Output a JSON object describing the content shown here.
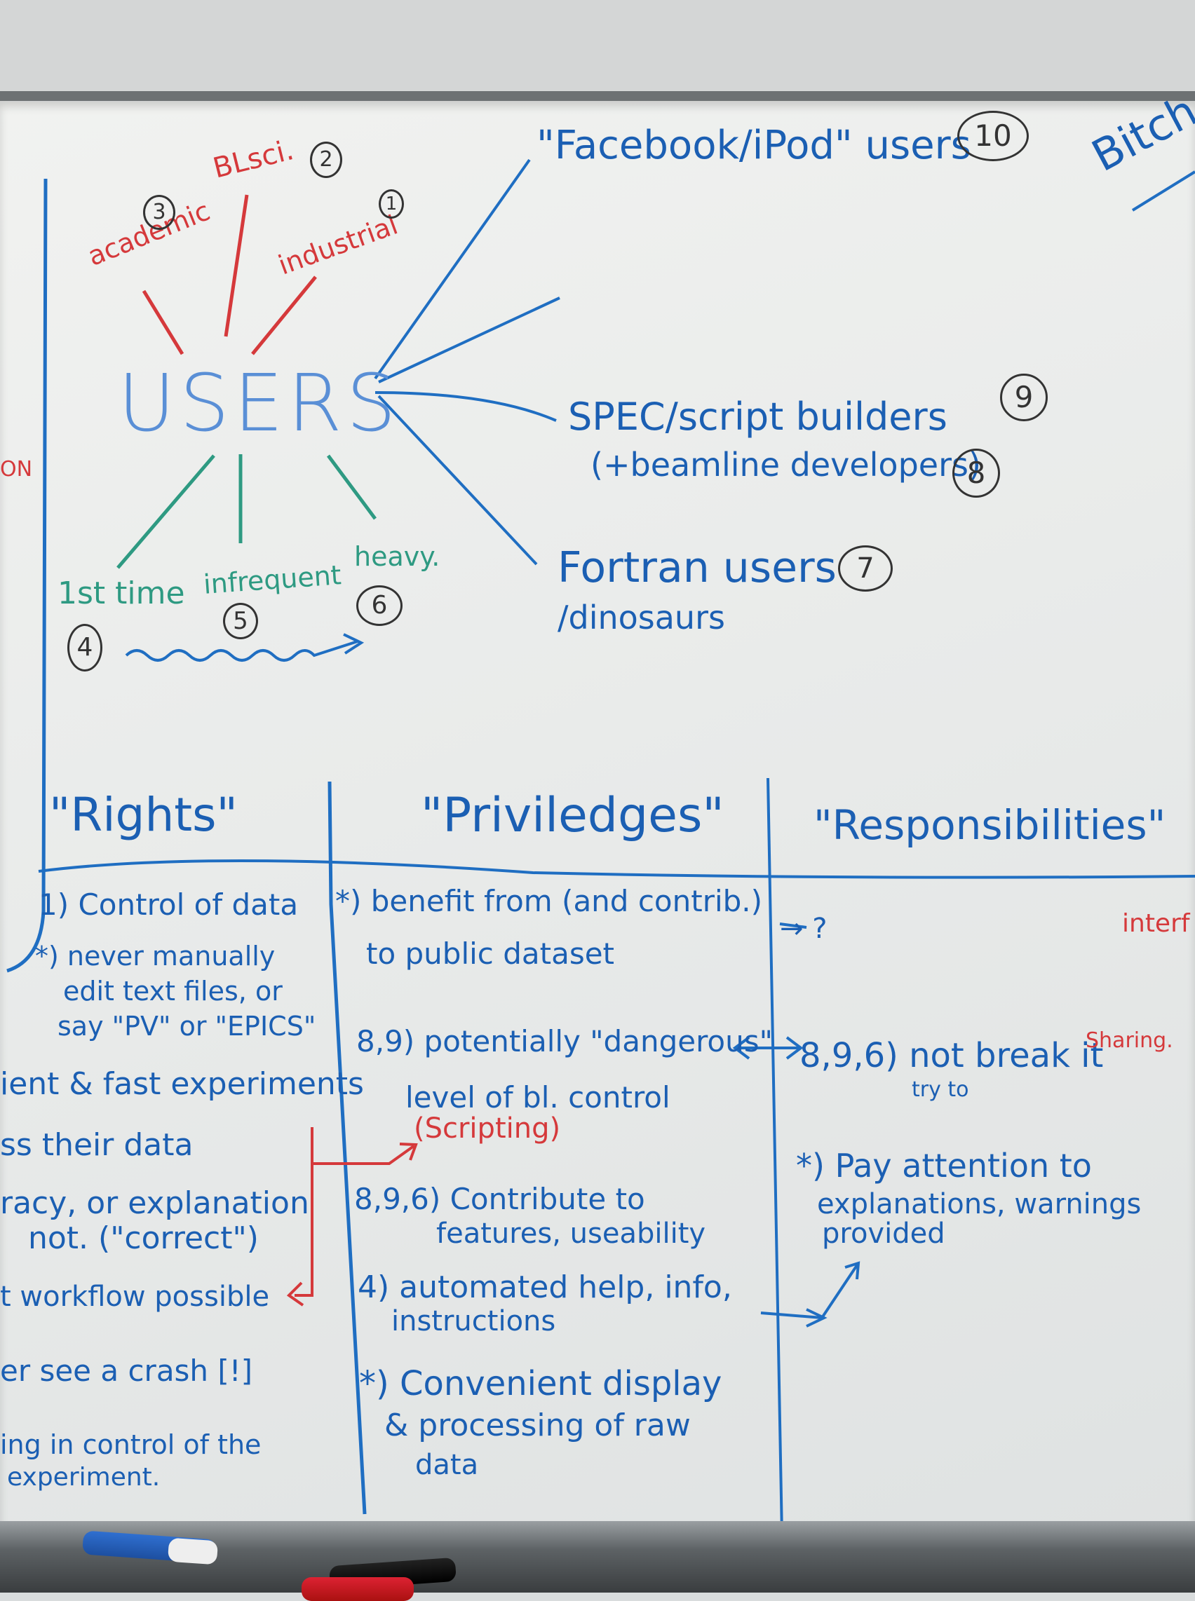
{
  "users_diagram": {
    "center": "USERS",
    "red_branches": [
      "academic",
      "BLsci.",
      "industrial"
    ],
    "green_branches": [
      "1st time",
      "infrequent",
      "heavy."
    ],
    "blue_branches": [
      "\"Facebook/iPod\" users",
      "SPEC/script builders",
      "(+beamline developers)",
      "Fortran users",
      "/dinosaurs"
    ],
    "side_label_right": "Bitch",
    "side_label_left": "ON",
    "numbers": {
      "industrial": "1",
      "blsci": "2",
      "academic": "3",
      "first_time": "4",
      "infrequent": "5",
      "heavy": "6",
      "fortran": "7",
      "beamline_dev": "8",
      "spec": "9",
      "facebook": "10"
    }
  },
  "table": {
    "headers": [
      "\"Rights\"",
      "\"Priviledges\"",
      "\"Responsibilities\""
    ],
    "rights": [
      "1) Control of data",
      "*) never manually",
      "edit text files, or",
      "say \"PV\" or \"EPICS\"",
      "ient & fast experiments",
      "ss their data",
      "racy, or explanation",
      "not. (\"correct\")",
      "t workflow possible",
      "er see a crash [!]",
      "ing in control of the",
      "experiment."
    ],
    "privileges": [
      "*) benefit from (and contrib.)",
      "to public dataset",
      "8,9) potentially \"dangerous\"",
      "level of bl. control",
      "(Scripting)",
      "8,9,6) Contribute to",
      "features, useability",
      "4) automated help, info,",
      "instructions",
      "*) Convenient display",
      "& processing of raw",
      "data"
    ],
    "responsibilities": [
      "→ ?",
      "8,9,6) not break it",
      "try to",
      "Sharing.",
      "*) Pay attention to",
      "explanations, warnings",
      "provided"
    ],
    "edge_text": "interf"
  }
}
